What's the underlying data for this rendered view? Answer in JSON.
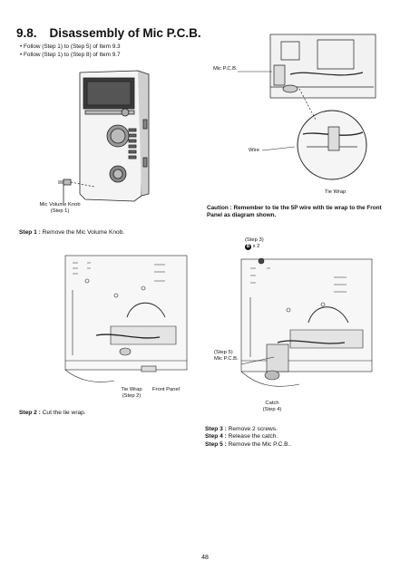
{
  "section": {
    "number": "9.8.",
    "title": "Disassembly of Mic P.C.B."
  },
  "intro_steps": [
    "Follow (Step 1) to (Step 5) of Item 9.3",
    "Follow (Step 1) to (Step 8) of Item 9.7"
  ],
  "figure1": {
    "mic_knob_label": "Mic Volume Knob",
    "mic_knob_step": "(Step 1)"
  },
  "figure2": {
    "mic_pcb_label": "Mic P.C.B.",
    "wire_label": "Wire",
    "tie_wrap_label": "Tie Wrap"
  },
  "caution": "Caution : Remember to tie the 5P wire with tie wrap to the Front Panel as diagram shown.",
  "step1": {
    "label": "Step 1 :",
    "text": "Remove the Mic Volume Knob."
  },
  "figure3": {
    "tie_wrap_label": "Tie Wrap",
    "tie_wrap_step": "(Step 2)",
    "front_panel_label": "Front Panel"
  },
  "figure4": {
    "step3_label": "(Step 3)",
    "screw_count": "x 2",
    "screw_glyph": "B",
    "step5_label": "(Step 5)",
    "mic_pcb_label": "Mic P.C.B.",
    "catch_label": "Catch",
    "catch_step": "(Step 4)"
  },
  "step2": {
    "label": "Step 2 :",
    "text": "Cut the tie wrap."
  },
  "steps_right": [
    {
      "label": "Step 3 :",
      "text": "Remove 2 screws."
    },
    {
      "label": "Step 4 :",
      "text": "Release the catch."
    },
    {
      "label": "Step 5 :",
      "text": "Remove the Mic P.C.B.."
    }
  ],
  "page_number": "48"
}
